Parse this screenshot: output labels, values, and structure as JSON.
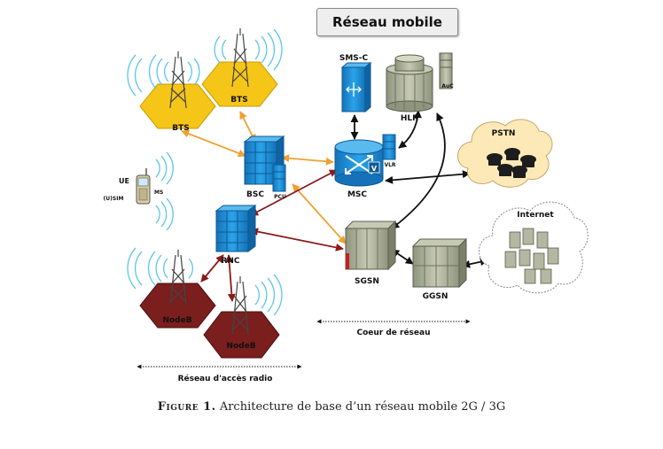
{
  "title": "Réseau mobile",
  "nodes": {
    "bts": "BTS",
    "bsc": "BSC",
    "pcu": "PCU",
    "ue": "UE",
    "ms": "MS",
    "usim": "(U)SIM",
    "rnc": "RNC",
    "nodeb": "NodeB",
    "smsc": "SMS-C",
    "hlr": "HLR",
    "auc": "AuC",
    "msc": "MSC",
    "vlr": "VLR",
    "sgsn": "SGSN",
    "ggsn": "GGSN",
    "pstn": "PSTN",
    "internet": "Internet"
  },
  "groups": {
    "core": "Coeur de réseau",
    "radio": "Réseau d'accès radio"
  },
  "caption": {
    "label": "Figure 1.",
    "text": "Architecture de base d’un réseau mobile 2G / 3G"
  },
  "colors": {
    "bts_fill": "#f5c518",
    "nodeb_fill": "#7a1e1e",
    "equipment_blue": "#1f8fd6",
    "core_gray": "#a8ad96",
    "cloud_fill": "#fde9b8",
    "arrow_orange": "#f0a030",
    "arrow_red": "#8b1a1a",
    "arrow_black": "#111111"
  }
}
